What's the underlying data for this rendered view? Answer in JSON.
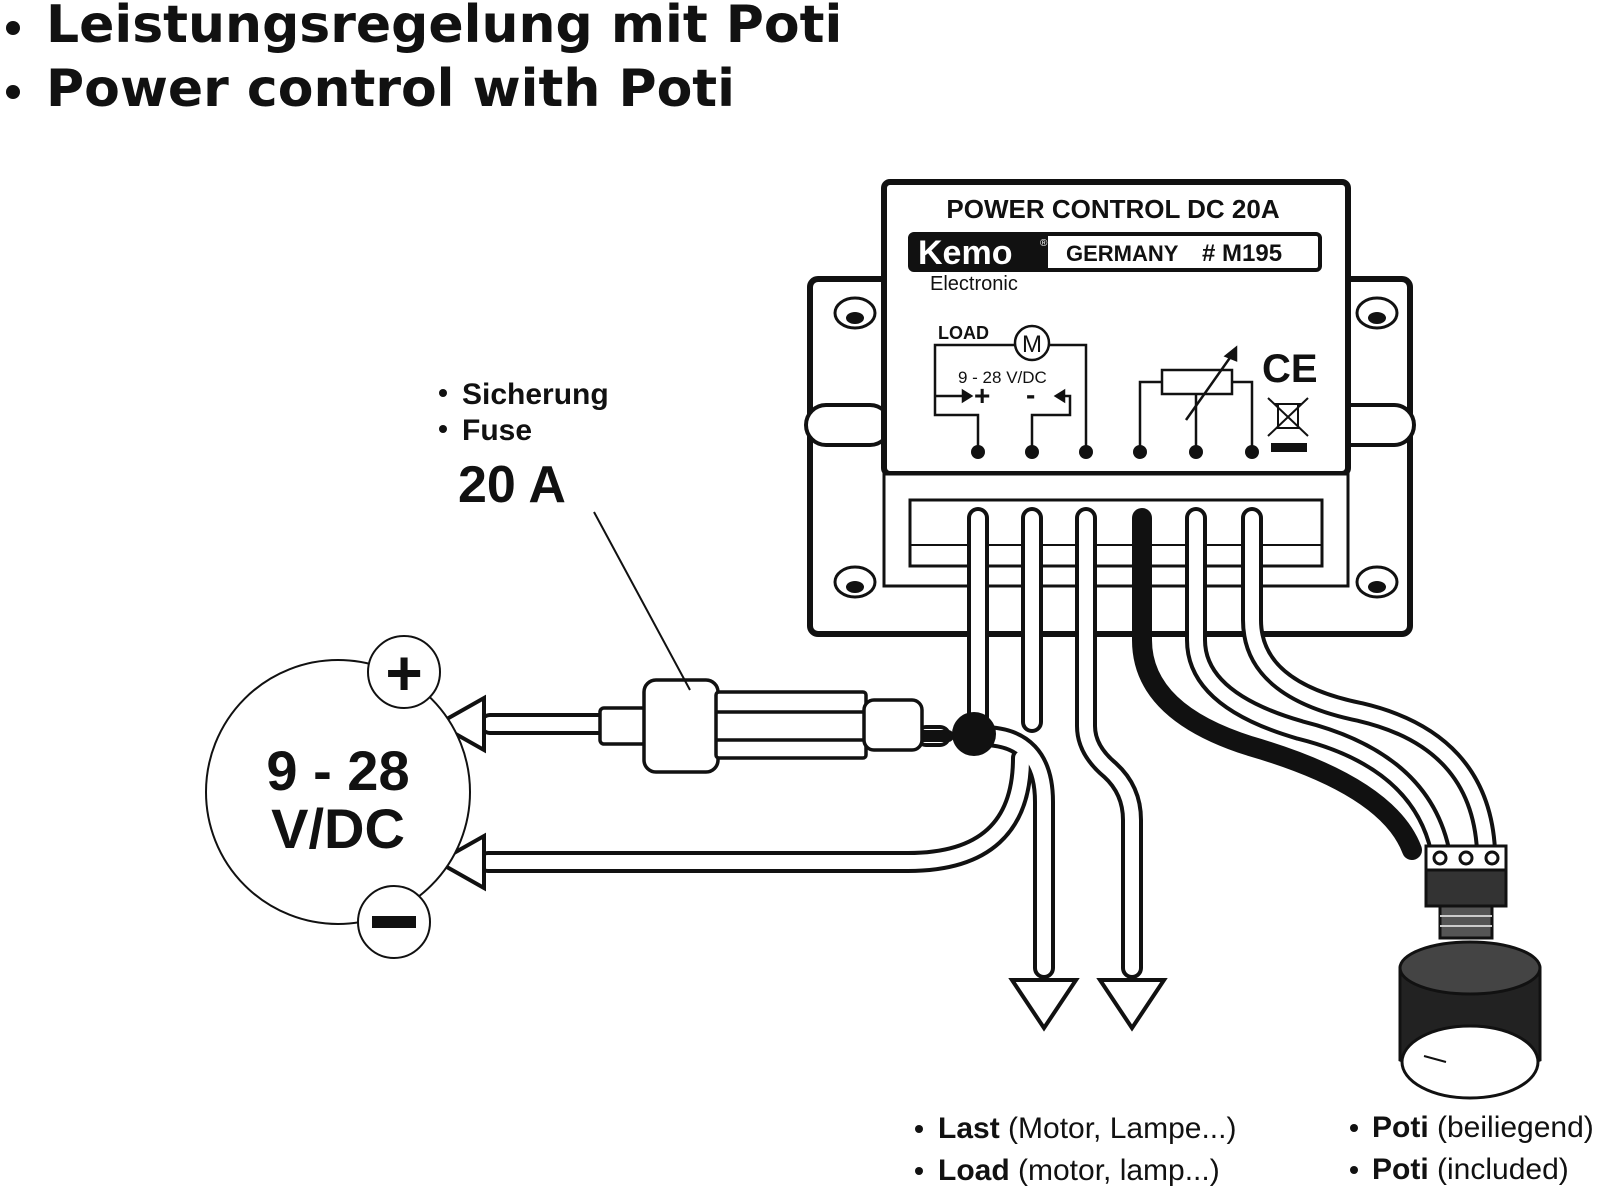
{
  "title": {
    "line1": "Leistungsregelung mit Poti",
    "line2": "Power control with Poti"
  },
  "module": {
    "label": "POWER CONTROL DC 20A",
    "brand": "Kemo",
    "brand_mark": "®",
    "brand_sub": "Electronic",
    "origin": "GERMANY",
    "part_no": "# M195",
    "load_label": "LOAD",
    "motor_symbol": "M",
    "voltage_range": "9 - 28 V/DC",
    "plus": "+",
    "minus": "-",
    "ce_mark": "CE"
  },
  "fuse": {
    "line_de": "Sicherung",
    "line_en": "Fuse",
    "rating": "20 A"
  },
  "supply": {
    "plus_symbol": "+",
    "voltage_line1": "9 - 28",
    "voltage_line2": "V/DC"
  },
  "captions": {
    "load_de_bold": "Last",
    "load_de_rest": " (Motor, Lampe...)",
    "load_en_bold": "Load",
    "load_en_rest": " (motor, lamp...)",
    "poti_de_bold": "Poti",
    "poti_de_rest": " (beiliegend)",
    "poti_en_bold": "Poti",
    "poti_en_rest": " (included)"
  },
  "bullet": "•"
}
